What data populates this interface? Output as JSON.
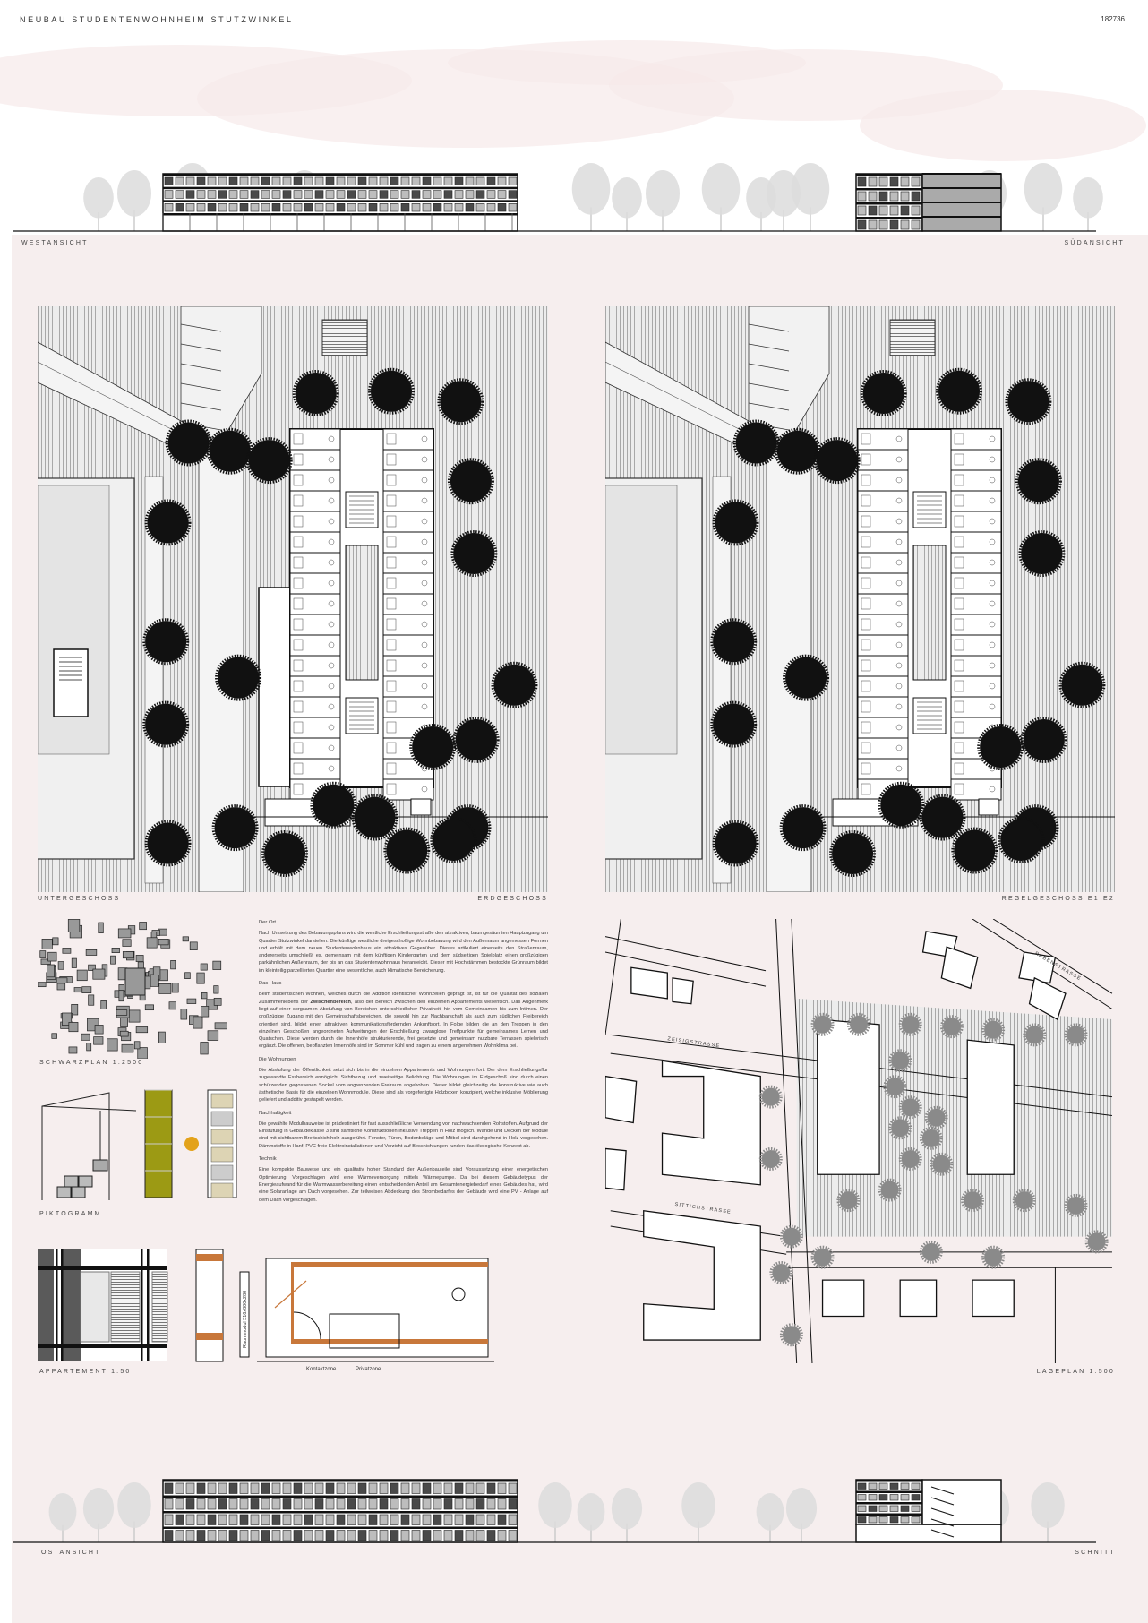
{
  "header": {
    "title": "NEUBAU STUDENTENWOHNHEIM STUTZWINKEL",
    "number": "182736"
  },
  "labels": {
    "west": "WESTANSICHT",
    "sued": "SÜDANSICHT",
    "ug": "UNTERGESCHOSS",
    "eg": "ERDGESCHOSS",
    "rg": "REGELGESCHOSS E1 E2",
    "schwarzplan": "SCHWARZPLAN 1:2500",
    "piktogramm": "PIKTOGRAMM",
    "appartement": "APPARTEMENT 1:50",
    "lageplan": "LAGEPLAN 1:500",
    "ost": "OSTANSICHT",
    "schnitt": "SCHNITT"
  },
  "lageplan_streets": {
    "raben": "RABENSTRASSE",
    "zeisig": "ZEISIGSTRASSE",
    "sittich": "SITTICHSTRASSE"
  },
  "appartement_plan": {
    "module": "Raummodul 316x800x280",
    "zone_contact": "Kontaktzone",
    "zone_private": "Privatzone"
  },
  "colors": {
    "poster_bg": "#f6eeee",
    "wood_orange": "#c8773a",
    "olive": "#9c9a14",
    "beige": "#ddd4b4",
    "accent_dot": "#e3a21a"
  },
  "text": {
    "ort_heading": "Der Ort",
    "ort_body": "Nach Umsetzung des Bebauungsplans wird die westliche Erschließungsstraße den attraktiven, baumgesäumten Hauptzugang um Quartier Stutzwinkel darstellen. Die künftige westliche dreigeschoßige Wohnbebauung wird den Außenraum angemessen Formen und erhält mit dem neuen Studentenwohnhaus ein attraktives Gegenüber. Dieses artikuliert einerseits den Straßenraum, andererseits umschließt es, gemeinsam mit dem künftigen Kindergarten und dem südseitigen Spielplatz einen großzügigen parkähnlichen Außenraum, der bis an das Studentenwohnhaus heranreicht. Dieser mit Hochstämmen bestockte Grünraum bildet im kleinteilig parzellierten Quartier eine wesentliche, auch klimatische Bereicherung.",
    "haus_heading": "Das Haus",
    "haus_body_1": "Beim studentischen Wohnen, welches durch die Addition identischer Wohnzellen geprägt ist, ist für die Qualität des sozialen Zusammenlebens der ",
    "haus_body_bold": "Zwischenbereich",
    "haus_body_2": ", also der Bereich zwischen den einzelnen Appartements wesentlich. Das Augenmerk liegt auf einer sorgsamen Abstufung von Bereichen unterschiedlicher Privatheit, hin vom Gemeinsamen bis zum Intimen. Der großzügige Zugang mit den Gemeinschaftsbereichen, die sowohl hin zur Nachbarschaft als auch zum südlichen Freibereich orientiert sind, bildet einen attraktiven kommunikationsfördernden Ankunftsort. In Folge bilden die an den Treppen in den einzelnen Geschoßen angeordneten Aufweitungen der Erschließung zwanglose Treffpunkte für gemeinsames Lernen und Quatschen. Diese werden durch die Innenhöfe strukturierende, frei gesetzte und gemeinsam nutzbare Terrassen spielerisch ergänzt. Die offenen, bepflanzten Innenhöfe sind im Sommer kühl und tragen zu einem angenehmen Wohnklima bei.",
    "wohnungen_heading": "Die Wohnungen",
    "wohnungen_body": "Die Abstufung der Öffentlichkeit setzt sich bis in die einzelnen Appartements und Wohnungen fort. Der dem Erschließungsflur zugewandte Essbereich ermöglicht Sichtbezug und zweiseitige Belichtung. Die Wohnungen im Erdgeschoß sind durch einen schützenden gegossenen Sockel vom angrenzenden Freiraum abgehoben. Dieser bildet gleichzeitig die konstruktive wie auch ästhetische Basis für die einzelnen Wohnmodule. Diese sind als vorgefertigte Holzboxen konzipiert, welche inklusive Möblierung geliefert und additiv gestapelt werden.",
    "nachhaltigkeit_heading": "Nachhaltigkeit",
    "nachhaltigkeit_body": "Die gewählte Modulbauweise ist prädestiniert für fast ausschließliche Verwendung von nachwachsenden Rohstoffen. Aufgrund der Einstufung in Gebäudeklasse 3 sind sämtliche Konstruktionen inklusive Treppen in Holz möglich. Wände und Decken der Module sind mit sichtbarem Brettschichtholz ausgeführt. Fenster, Türen, Bodenbeläge und Möbel sind durchgehend in Holz vorgesehen. Dämmstoffe in Hanf, PVC freie Elektroinstallationen und Verzicht auf Beschichtungen runden das ökologische Konzept ab.",
    "technik_heading": "Technik",
    "technik_body": "Eine kompakte Bauweise und ein qualitativ hoher Standard der Außenbauteile sind Voraussetzung einer energetischen Optimierung. Vorgeschlagen wird eine Wärmeversorgung mittels Wärmepumpe. Da bei diesem Gebäudetypus der Energieaufwand für die Warmwasserbereitung einen entscheidenden Anteil am Gesamtenergiebedarf eines Gebäudes hat, wird eine Solaranlage am Dach vorgesehen. Zur teilweisen Abdeckung des Strombedarfes der Gebäude wird eine PV - Anlage auf dem Dach vorgeschlagen."
  }
}
